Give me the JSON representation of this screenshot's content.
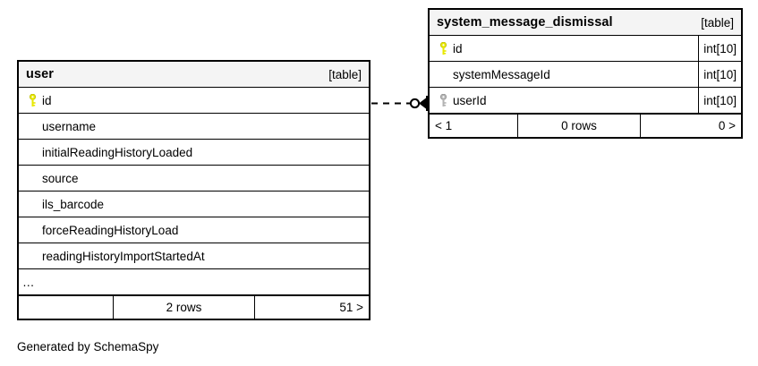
{
  "diagram": {
    "caption": "Generated by SchemaSpy",
    "table_tag": "[table]",
    "key_icon_primary": "primary-key-icon",
    "key_icon_foreign": "foreign-key-icon",
    "colors": {
      "primary_key": "#e8e800",
      "foreign_key": "#b3b3b3",
      "border": "#000000",
      "header_fill": "#f4f4f4",
      "background": "#ffffff"
    },
    "relationship": {
      "from_table": "user",
      "from_column": "id",
      "to_table": "system_message_dismissal",
      "to_column": "userId",
      "line_style": "dashed",
      "start_marker": "none",
      "end_marker": "crows-foot-with-circle"
    }
  },
  "tables": [
    {
      "name": "user",
      "tag": "[table]",
      "columns": [
        {
          "name": "id",
          "key": "primary",
          "type": ""
        },
        {
          "name": "username",
          "key": "none",
          "type": ""
        },
        {
          "name": "initialReadingHistoryLoaded",
          "key": "none",
          "type": ""
        },
        {
          "name": "source",
          "key": "none",
          "type": ""
        },
        {
          "name": "ils_barcode",
          "key": "none",
          "type": ""
        },
        {
          "name": "forceReadingHistoryLoad",
          "key": "none",
          "type": ""
        },
        {
          "name": "readingHistoryImportStartedAt",
          "key": "none",
          "type": ""
        },
        {
          "name": "…",
          "key": "none",
          "type": ""
        }
      ],
      "footer": {
        "left": "",
        "center": "2 rows",
        "right": "51 >"
      }
    },
    {
      "name": "system_message_dismissal",
      "tag": "[table]",
      "columns": [
        {
          "name": "id",
          "key": "primary",
          "type": "int[10]"
        },
        {
          "name": "systemMessageId",
          "key": "none",
          "type": "int[10]"
        },
        {
          "name": "userId",
          "key": "foreign",
          "type": "int[10]"
        }
      ],
      "footer": {
        "left": "< 1",
        "center": "0 rows",
        "right": "0 >"
      }
    }
  ]
}
